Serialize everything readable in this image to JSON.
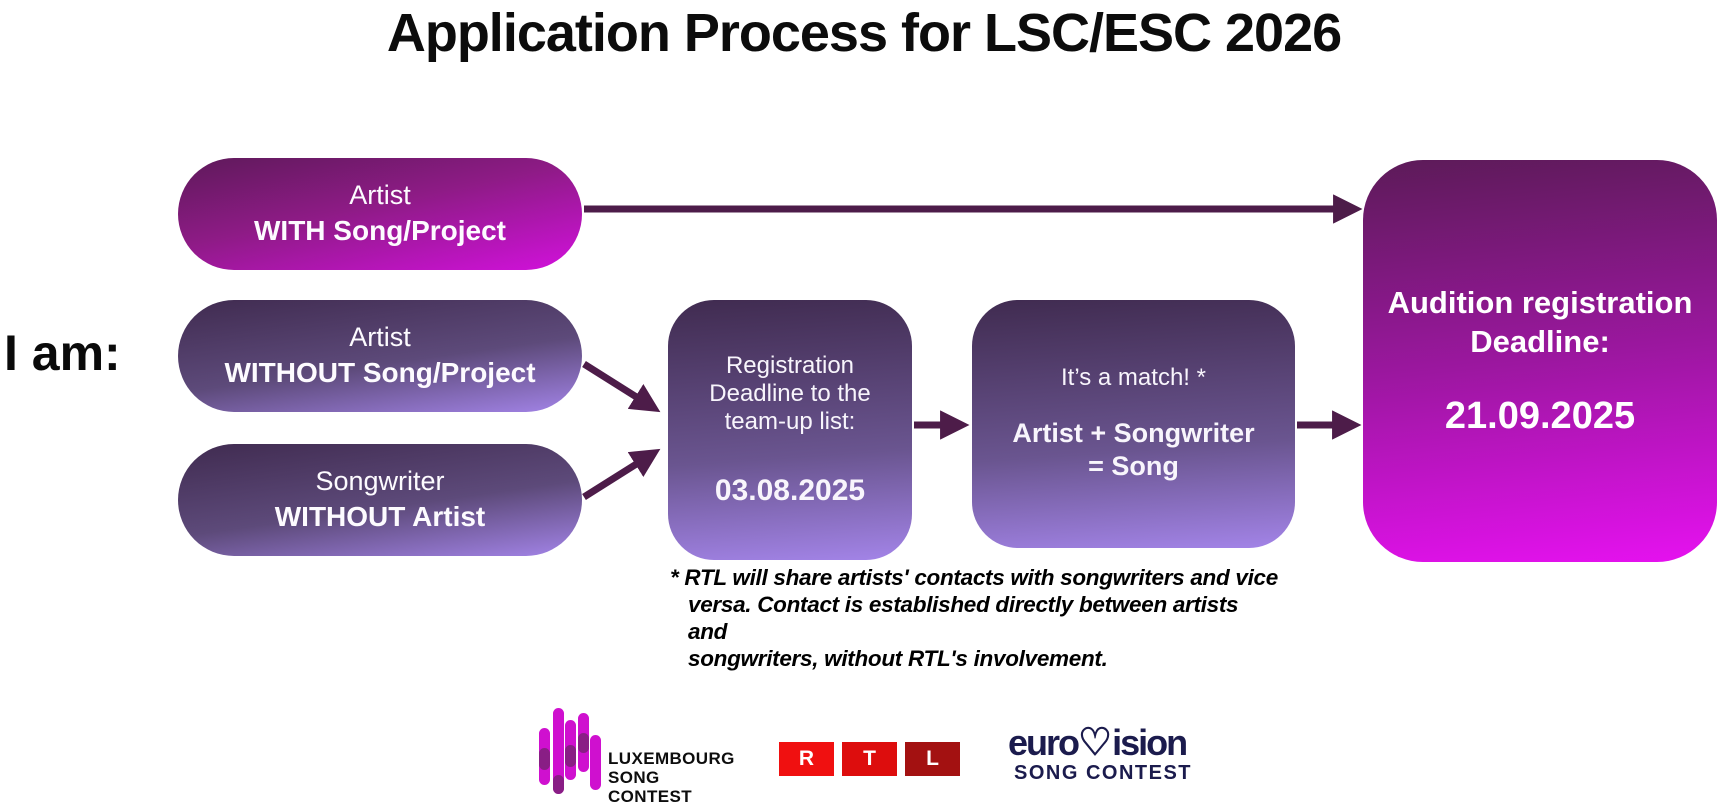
{
  "title": "Application Process for LSC/ESC 2026",
  "left_label": "I am:",
  "flow": {
    "pills": [
      {
        "line1": "Artist",
        "line2": "WITH Song/Project"
      },
      {
        "line1": "Artist",
        "line2": "WITHOUT Song/Project"
      },
      {
        "line1": "Songwriter",
        "line2": "WITHOUT Artist"
      }
    ],
    "registration_box": {
      "line1": "Registration",
      "line2": "Deadline to the",
      "line3": "team-up list:",
      "date": "03.08.2025"
    },
    "match_box": {
      "line1": "It’s a match! *",
      "line2": "Artist + Songwriter",
      "line3": "= Song"
    },
    "audition_box": {
      "line1": "Audition registration",
      "line2": "Deadline:",
      "date": "21.09.2025"
    },
    "footnote": {
      "line1": "* RTL will share artists' contacts with songwriters and vice",
      "line2": "versa. Contact is established directly between artists and",
      "line3": "songwriters, without RTL's involvement."
    }
  },
  "logos": {
    "lsc": {
      "line1": "LUXEMBOURG",
      "line2": "SONG",
      "line3": "CONTEST"
    },
    "rtl": {
      "letters": [
        "R",
        "T",
        "L"
      ],
      "block_colors": [
        "#f01010",
        "#dd0d0d",
        "#a31111"
      ]
    },
    "esc": {
      "part1": "euro",
      "heart": "♡",
      "part2": "ision",
      "line2": "SONG CONTEST"
    }
  },
  "colors": {
    "arrow": "#4d1c49",
    "pill_magenta_top": "#5e1a5a",
    "pill_magenta_bottom": "#d211dc",
    "pill_purple_top": "#402b50",
    "pill_purple_bottom": "#a384e8",
    "audition_top": "#5c1b58",
    "audition_bottom": "#e611f0",
    "lsc_bars": "#cf10cf",
    "esc_navy": "#1b1b4d",
    "text_on_boxes": "#ffffff",
    "title_text": "#0c0c0c"
  }
}
